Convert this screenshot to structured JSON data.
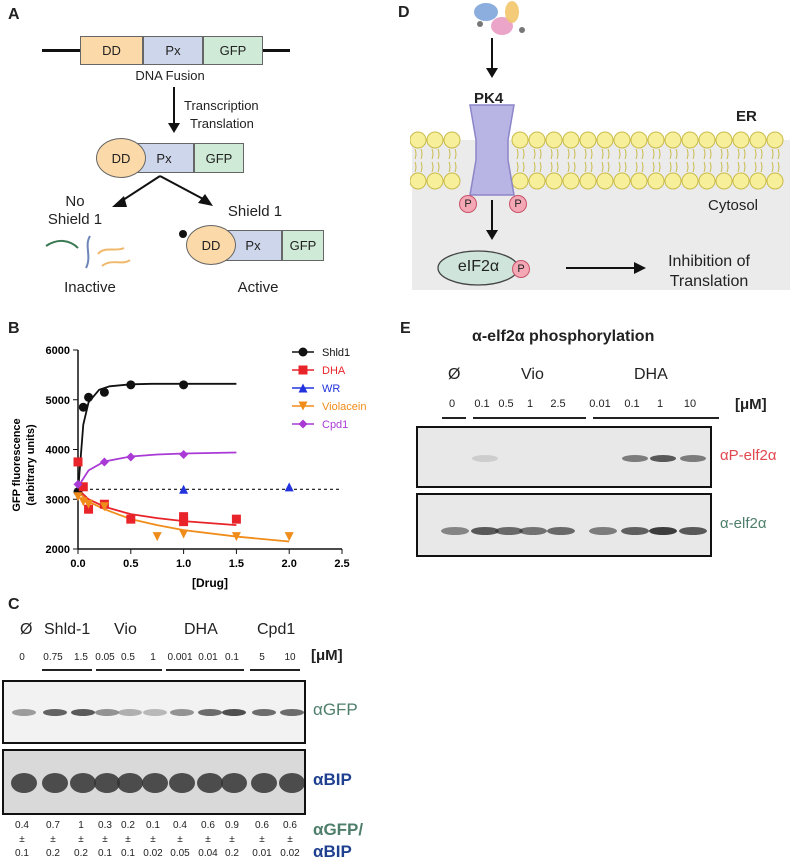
{
  "panels": {
    "A": "A",
    "B": "B",
    "C": "C",
    "D": "D",
    "E": "E"
  },
  "panelA": {
    "dna_dd": "DD",
    "dna_px": "Px",
    "dna_gfp": "GFP",
    "dna_caption": "DNA Fusion",
    "arrow_text_1": "Transcription",
    "arrow_text_2": "Translation",
    "prot_dd": "DD",
    "prot_px": "Px",
    "prot_gfp": "GFP",
    "no_shield_1": "No",
    "no_shield_2": "Shield 1",
    "shield": "Shield 1",
    "active_dd": "DD",
    "active_px": "Px",
    "active_gfp": "GFP",
    "inactive": "Inactive",
    "active": "Active"
  },
  "panelD": {
    "pk4": "PK4",
    "er": "ER",
    "cytosol": "Cytosol",
    "p1": "P",
    "p2": "P",
    "p3": "P",
    "eif": "eIF2α",
    "inhib_1": "Inhibition of",
    "inhib_2": "Translation"
  },
  "panelE": {
    "title": "α-elf2α phosphorylation",
    "empty": "Ø",
    "vio": "Vio",
    "dha": "DHA",
    "unit": "[μM]",
    "concs": [
      "0",
      "0.1",
      "0.5",
      "1",
      "2.5",
      "0.01",
      "0.1",
      "1",
      "10"
    ],
    "label_top": "αP-elf2α",
    "label_bottom": "α-elf2α",
    "colors": {
      "top": "#e0484e",
      "bottom": "#4f7f6c"
    }
  },
  "panelC": {
    "empty": "Ø",
    "shld": "Shld-1",
    "vio": "Vio",
    "dha": "DHA",
    "cpd": "Cpd1",
    "unit": "[μM]",
    "concs": [
      "0",
      "0.75",
      "1.5",
      "0.05",
      "0.5",
      "1",
      "0.001",
      "0.01",
      "0.1",
      "5",
      "10"
    ],
    "label_gfp": "αGFP",
    "label_bip": "αBIP",
    "ratio_1": "αGFP/",
    "ratio_2": "αBIP",
    "quant_mean": [
      "0.4",
      "0.7",
      "1",
      "0.3",
      "0.2",
      "0.1",
      "0.4",
      "0.6",
      "0.9",
      "0.6",
      "0.6"
    ],
    "quant_pm": [
      "±",
      "±",
      "±",
      "±",
      "±",
      "±",
      "±",
      "±",
      "±",
      "±",
      "±"
    ],
    "quant_sd": [
      "0.1",
      "0.2",
      "0.2",
      "0.1",
      "0.1",
      "0.02",
      "0.05",
      "0.04",
      "0.2",
      "0.01",
      "0.02"
    ],
    "colors": {
      "gfp": "#4f7f6c",
      "bip": "#1f3f8f"
    }
  },
  "chart_data": {
    "type": "scatter",
    "xlabel": "[Drug]",
    "ylabel": "GFP fluorescence (arbitrary units)",
    "xlim": [
      0,
      2.5
    ],
    "ylim": [
      2000,
      6000
    ],
    "xticks": [
      "0.0",
      "0.5",
      "1.0",
      "1.5",
      "2.0",
      "2.5"
    ],
    "yticks": [
      "2000",
      "3000",
      "4000",
      "5000",
      "6000"
    ],
    "baseline": 3200,
    "series": [
      {
        "name": "Shld1",
        "color": "#111111",
        "marker": "circle",
        "x": [
          0,
          0.05,
          0.1,
          0.25,
          0.5,
          1.0
        ],
        "y": [
          3150,
          4850,
          5050,
          5150,
          5300,
          5300
        ],
        "fit": {
          "x": [
            0,
            0.05,
            0.1,
            0.2,
            0.3,
            0.5,
            0.7,
            1.0,
            1.5
          ],
          "y": [
            3150,
            4500,
            4950,
            5200,
            5270,
            5310,
            5320,
            5320,
            5320
          ]
        }
      },
      {
        "name": "DHA",
        "color": "#e8242a",
        "marker": "square",
        "x": [
          0,
          0.05,
          0.1,
          0.25,
          0.5,
          1.0,
          1.0,
          1.5
        ],
        "y": [
          3750,
          3250,
          2800,
          2900,
          2600,
          2650,
          2550,
          2600
        ],
        "fit": {
          "x": [
            0,
            0.1,
            0.25,
            0.5,
            0.75,
            1.0,
            1.25,
            1.5
          ],
          "y": [
            3200,
            3000,
            2850,
            2700,
            2620,
            2560,
            2520,
            2480
          ]
        }
      },
      {
        "name": "WR",
        "color": "#2233dd",
        "marker": "triangle",
        "x": [
          1.0,
          2.0
        ],
        "y": [
          3200,
          3250
        ],
        "fit": null
      },
      {
        "name": "Violacein",
        "color": "#f08c1a",
        "marker": "triangle-down",
        "x": [
          0,
          0.05,
          0.1,
          0.25,
          0.75,
          1.0,
          1.5,
          2.0
        ],
        "y": [
          3050,
          2950,
          2900,
          2850,
          2250,
          2300,
          2250,
          2250
        ],
        "fit": {
          "x": [
            0,
            0.1,
            0.25,
            0.5,
            0.75,
            1.0,
            1.5,
            2.0
          ],
          "y": [
            3150,
            2950,
            2800,
            2600,
            2480,
            2380,
            2250,
            2150
          ]
        }
      },
      {
        "name": "Cpd1",
        "color": "#a93ad6",
        "marker": "diamond",
        "x": [
          0,
          0.25,
          0.5,
          1.0
        ],
        "y": [
          3300,
          3750,
          3850,
          3900
        ],
        "fit": {
          "x": [
            0,
            0.1,
            0.25,
            0.5,
            0.75,
            1.0,
            1.5
          ],
          "y": [
            3250,
            3580,
            3760,
            3860,
            3900,
            3920,
            3940
          ]
        }
      }
    ]
  }
}
